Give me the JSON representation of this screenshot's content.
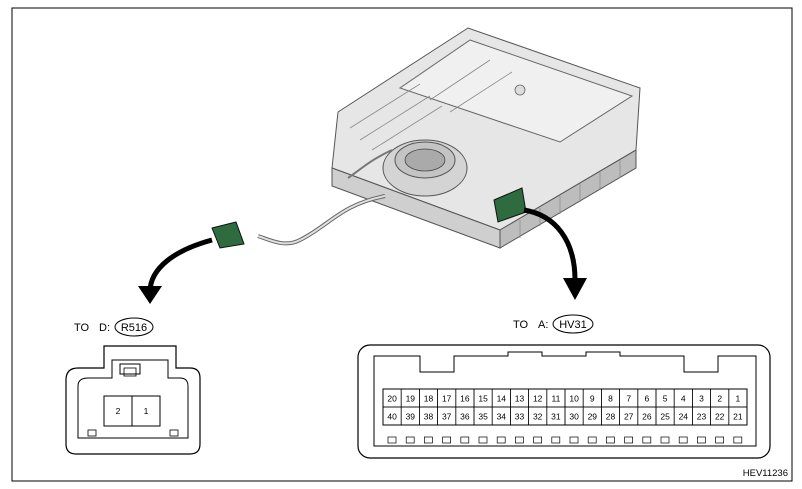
{
  "left_connector": {
    "to_prefix": "TO",
    "to_text": "D:",
    "connector_code": "R516",
    "pins": [
      "2",
      "1"
    ]
  },
  "right_connector": {
    "to_prefix": "TO",
    "to_text": "A:",
    "connector_code": "HV31",
    "pins_top": [
      "20",
      "19",
      "18",
      "17",
      "16",
      "15",
      "14",
      "13",
      "12",
      "11",
      "10",
      "9",
      "8",
      "7",
      "6",
      "5",
      "4",
      "3",
      "2",
      "1"
    ],
    "pins_bottom": [
      "40",
      "39",
      "38",
      "37",
      "36",
      "35",
      "34",
      "33",
      "32",
      "31",
      "30",
      "29",
      "28",
      "27",
      "26",
      "25",
      "24",
      "23",
      "22",
      "21"
    ]
  },
  "figure_id": "HEV11236",
  "colors": {
    "connector_green": "#2e6b3e",
    "line": "#000000",
    "unit_gray": "#d9d9d9"
  }
}
